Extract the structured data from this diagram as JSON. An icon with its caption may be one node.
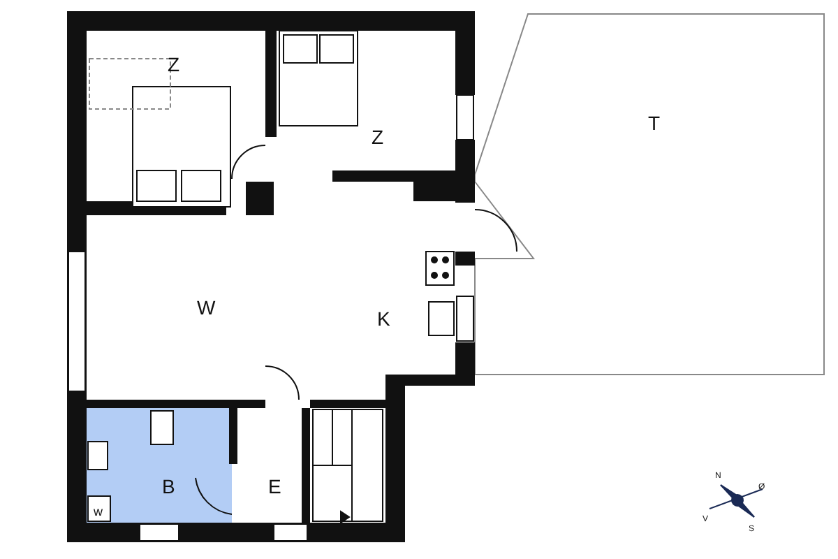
{
  "diagram": {
    "nodes": [
      {
        "text": [
          "Z"
        ]
      },
      {
        "text": [
          "Z"
        ]
      },
      {
        "text": [
          "T"
        ]
      },
      {
        "text": [
          "W"
        ]
      },
      {
        "text": [
          "K"
        ]
      },
      {
        "text": [
          "B"
        ]
      },
      {
        "text": [
          "E"
        ]
      },
      {
        "text": [
          "w"
        ]
      }
    ],
    "labels": [
      "N",
      "Ø",
      "S",
      "V"
    ]
  }
}
